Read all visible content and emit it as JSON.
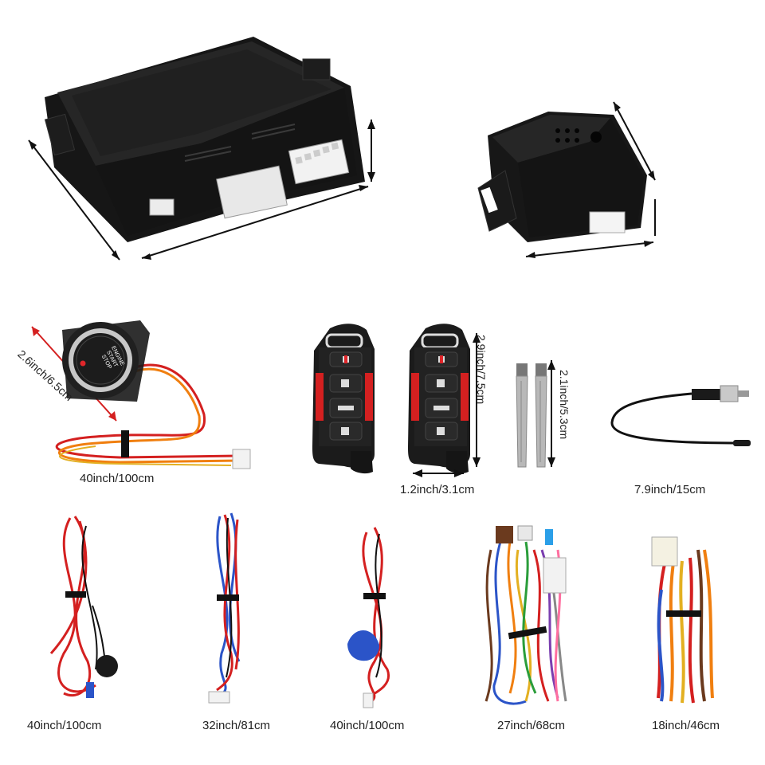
{
  "button": {
    "line1": "ENGINE",
    "line2": "START",
    "line3": "STOP",
    "diameter": "2.6inch/6.5cm",
    "cable": "40inch/100cm"
  },
  "remote": {
    "height": "2.9inch/7.5cm",
    "width": "1.2inch/3.1cm"
  },
  "keys": {
    "length": "2.1inch/5.3cm"
  },
  "sensor_cable": "7.9inch/15cm",
  "harnesses": [
    "40inch/100cm",
    "32inch/81cm",
    "40inch/100cm",
    "27inch/68cm",
    "18inch/46cm"
  ],
  "colors": {
    "device": "#1c1c1c",
    "wire_red": "#d42020",
    "wire_orange": "#f07f10",
    "wire_blue": "#2b54c8",
    "accent_red": "#e0262a"
  }
}
